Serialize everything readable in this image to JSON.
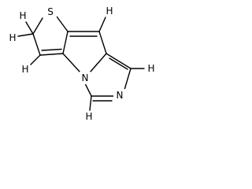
{
  "molecule": {
    "atoms": {
      "sulfur": "S",
      "nitrogen_bridge": "N",
      "nitrogen_imine": "N",
      "h_ch2_left": "H",
      "h_ch2_top": "H",
      "h_ch_left": "H",
      "h_ch_top_right": "H",
      "h_imid_right": "H",
      "h_imid_bottom": "H"
    }
  },
  "colors": {
    "bond": "#000000",
    "background": "#ffffff"
  }
}
